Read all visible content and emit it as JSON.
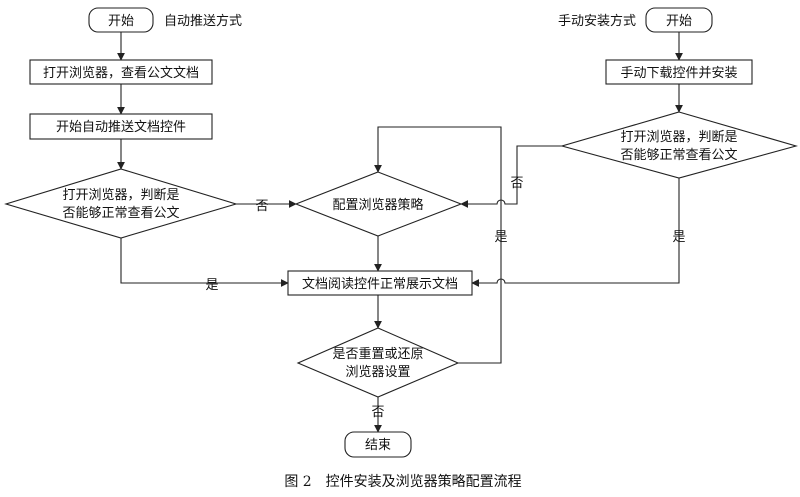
{
  "diagram": {
    "auto_flow": {
      "start": "开始",
      "mode_label": "自动推送方式",
      "open_browser": "打开浏览器，查看公文文档",
      "start_push": "开始自动推送文档控件",
      "check_line1": "打开浏览器，判断是",
      "check_line2": "否能够正常查看公文"
    },
    "manual_flow": {
      "mode_label": "手动安装方式",
      "start": "开始",
      "download": "手动下载控件并安装",
      "check_line1": "打开浏览器，判断是",
      "check_line2": "否能够正常查看公文"
    },
    "main_flow": {
      "configure": "配置浏览器策略",
      "display": "文档阅读控件正常展示文档",
      "reset_line1": "是否重置或还原",
      "reset_line2": "浏览器设置",
      "end": "结束"
    },
    "edge_labels": {
      "auto_no": "否",
      "auto_yes": "是",
      "manual_no": "否",
      "manual_yes": "是",
      "reset_yes": "是",
      "reset_no": "否"
    },
    "caption": "图 2　控件安装及浏览器策略配置流程"
  }
}
